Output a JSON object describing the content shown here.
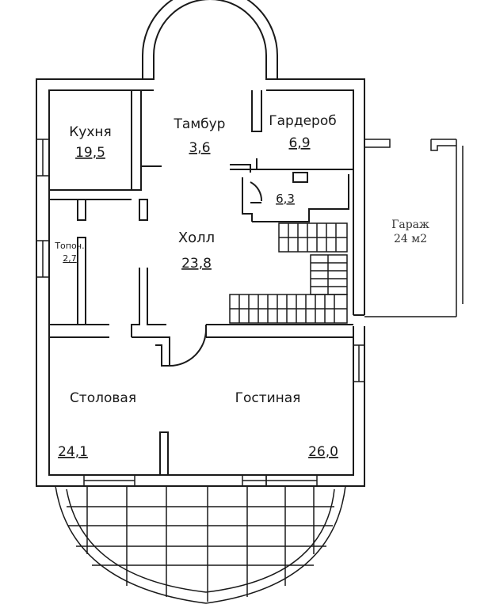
{
  "colors": {
    "wall": "#1a1a1a",
    "background": "#ffffff"
  },
  "rooms": {
    "kitchen": {
      "name": "Кухня",
      "area": "19,5"
    },
    "vestibule": {
      "name": "Тамбур",
      "area": "3,6"
    },
    "wardrobe": {
      "name": "Гардероб",
      "area": "6,9"
    },
    "storage": {
      "area": "6,3"
    },
    "boiler": {
      "name": "Топоч.",
      "area": "2,7"
    },
    "hall": {
      "name": "Холл",
      "area": "23,8"
    },
    "dining": {
      "name": "Столовая",
      "area": "24,1"
    },
    "living": {
      "name": "Гостиная",
      "area": "26,0"
    },
    "garage": {
      "name": "Гараж",
      "area": "24 м2"
    }
  }
}
